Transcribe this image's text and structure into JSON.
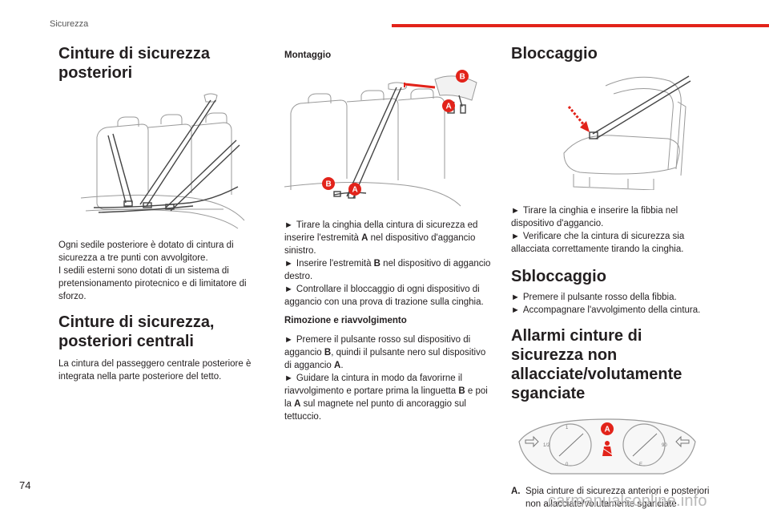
{
  "header": {
    "section": "Sicurezza"
  },
  "page_number": "74",
  "watermark": "carmanualsonline.info",
  "col1": {
    "title": "Cinture di sicurezza posteriori",
    "para1": "Ogni sedile posteriore è dotato di cintura di sicurezza a tre punti con avvolgitore.",
    "para2": "I sedili esterni sono dotati di un sistema di pretensionamento pirotecnico e di limitatore di sforzo.",
    "title2": "Cinture di sicurezza, posteriori centrali",
    "para3": "La cintura del passeggero centrale posteriore è integrata nella parte posteriore del tetto."
  },
  "col2": {
    "subtitle": "Montaggio",
    "label_a": "A",
    "label_b": "B",
    "step1_pre": "Tirare la cinghia della cintura di sicurezza ed inserire l'estremità ",
    "step1_bold": "A",
    "step1_post": " nel dispositivo d'aggancio sinistro.",
    "step2_pre": "Inserire l'estremità ",
    "step2_bold": "B",
    "step2_post": " nel dispositivo di aggancio destro.",
    "step3": "Controllare il bloccaggio di ogni dispositivo di aggancio con una prova di trazione sulla cinghia.",
    "subtitle2": "Rimozione e riavvolgimento",
    "step4_pre": "Premere il pulsante rosso sul dispositivo di aggancio ",
    "step4_b1": "B",
    "step4_mid": ", quindi il pulsante nero sul dispositivo di aggancio ",
    "step4_b2": "A",
    "step4_post": ".",
    "step5_pre": "Guidare la cintura in modo da favorirne il riavvolgimento e portare prima la linguetta ",
    "step5_b1": "B",
    "step5_mid": " e poi la ",
    "step5_b2": "A",
    "step5_post": " sul magnete nel punto di ancoraggio sul tettuccio."
  },
  "col3": {
    "title_lock": "Bloccaggio",
    "lock_step1": "Tirare la cinghia e inserire la fibbia nel dispositivo d'aggancio.",
    "lock_step2": "Verificare che la cintura di sicurezza sia allacciata correttamente tirando la cinghia.",
    "title_unlock": "Sbloccaggio",
    "unlock_step1": "Premere il pulsante rosso della fibbia.",
    "unlock_step2": "Accompagnare l'avvolgimento della cintura.",
    "title_alarm": "Allarmi cinture di sicurezza non allacciate/volutamente sganciate",
    "label_a": "A",
    "gauge_left_top": "1",
    "gauge_left_mid": "1/2",
    "gauge_left_bot": "0",
    "gauge_right_mid": "90",
    "gauge_right_bot": "E",
    "legend_key": "A.",
    "legend_text": "Spia cinture di sicurezza anteriori e posteriori non allacciate/volutamente sganciate"
  },
  "colors": {
    "accent": "#e2231a",
    "text": "#231f20",
    "line_art": "#9a9a9a"
  },
  "arrow_glyph": "►"
}
